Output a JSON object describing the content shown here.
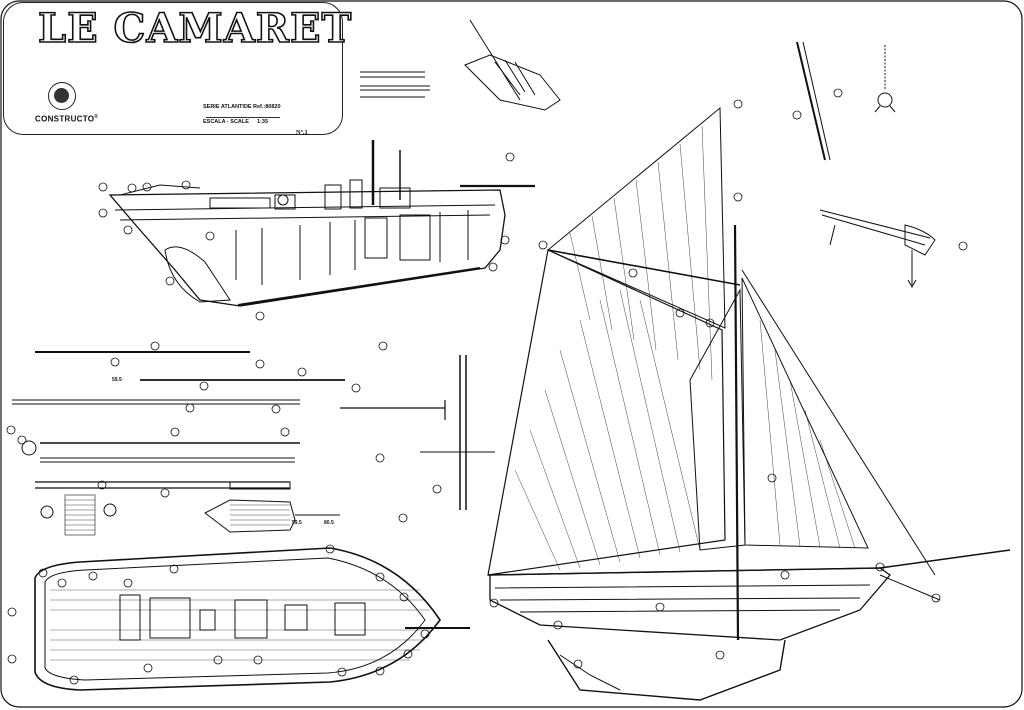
{
  "title": "LE CAMARET",
  "brand": "CONSTRUCTO",
  "brand_mark": "®",
  "series_label": "SERIE ATLANTIDE",
  "series_ref": "Ref.:80820",
  "scale_label": "ESCALA - SCALE",
  "scale_value": "1:35",
  "plate_number": "Nº.1",
  "note_left": "59.5",
  "note_small_a": "59.5",
  "note_small_b": "80.5",
  "icon": "constructo-logo-icon",
  "ink_color": "#111111"
}
